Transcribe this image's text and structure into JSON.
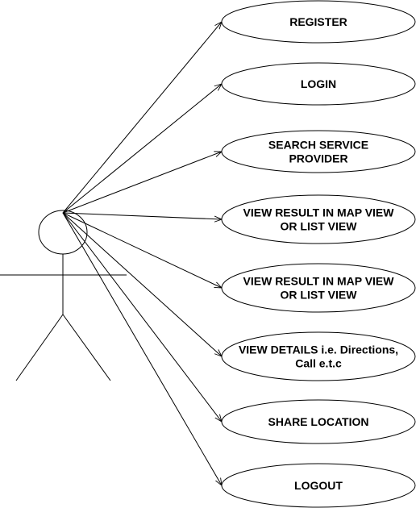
{
  "use_cases": [
    {
      "lines": [
        "REGISTER"
      ]
    },
    {
      "lines": [
        "LOGIN"
      ]
    },
    {
      "lines": [
        "SEARCH SERVICE",
        "PROVIDER"
      ]
    },
    {
      "lines": [
        "VIEW RESULT IN MAP VIEW",
        "OR LIST VIEW"
      ]
    },
    {
      "lines": [
        "VIEW RESULT IN MAP VIEW",
        "OR LIST VIEW"
      ]
    },
    {
      "lines": [
        "VIEW DETAILS i.e. Directions,",
        "Call e.t.c"
      ]
    },
    {
      "lines": [
        "SHARE LOCATION"
      ]
    },
    {
      "lines": [
        "LOGOUT"
      ]
    }
  ]
}
